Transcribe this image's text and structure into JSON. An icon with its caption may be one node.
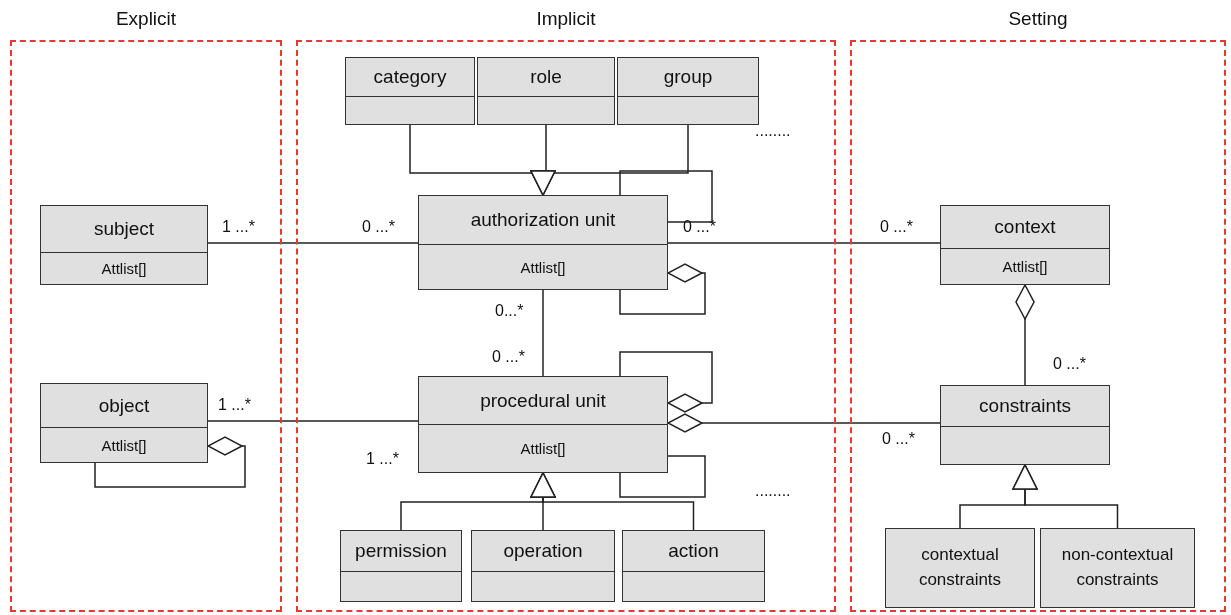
{
  "diagram": {
    "nodes": [
      {
        "text": [
          "Explicit"
        ]
      },
      {
        "text": [
          "Implicit"
        ]
      },
      {
        "text": [
          "Setting"
        ]
      },
      {
        "text": [
          "subject",
          "Attlist[]"
        ],
        "in": 0
      },
      {
        "text": [
          "object",
          "Attlist[]"
        ],
        "in": 0
      },
      {
        "text": [
          "category"
        ],
        "in": 1
      },
      {
        "text": [
          "role"
        ],
        "in": 1
      },
      {
        "text": [
          "group"
        ],
        "in": 1
      },
      {
        "text": [
          "authorization unit",
          "Attlist[]"
        ],
        "in": 1
      },
      {
        "text": [
          "procedural unit",
          "Attlist[]"
        ],
        "in": 1
      },
      {
        "text": [
          "permission"
        ],
        "in": 1
      },
      {
        "text": [
          "operation"
        ],
        "in": 1
      },
      {
        "text": [
          "action"
        ],
        "in": 1
      },
      {
        "text": [
          "context",
          "Attlist[]"
        ],
        "in": 2
      },
      {
        "text": [
          "constraints"
        ],
        "in": 2
      },
      {
        "text": [
          "contextual constraints"
        ],
        "in": 2
      },
      {
        "text": [
          "non-contextual constraints"
        ],
        "in": 2
      }
    ],
    "edges": [
      {
        "from": 5,
        "to": 8,
        "arrow": "to"
      },
      {
        "from": 6,
        "to": 8,
        "arrow": "to"
      },
      {
        "from": 7,
        "to": 8,
        "arrow": "to"
      },
      {
        "from": 8,
        "to": 8,
        "arrow": "none"
      },
      {
        "from": 3,
        "to": 8,
        "arrow": "none"
      },
      {
        "from": 8,
        "to": 13,
        "arrow": "none"
      },
      {
        "from": 8,
        "to": 8,
        "arrow": "other"
      },
      {
        "from": 8,
        "to": 9,
        "arrow": "none"
      },
      {
        "from": 9,
        "to": 9,
        "arrow": "other"
      },
      {
        "from": 14,
        "to": 13,
        "arrow": "other"
      },
      {
        "from": 4,
        "to": 9,
        "arrow": "none"
      },
      {
        "from": 14,
        "to": 9,
        "arrow": "other"
      },
      {
        "from": 4,
        "to": 4,
        "arrow": "other"
      },
      {
        "from": 9,
        "to": 9,
        "arrow": "none"
      },
      {
        "from": 10,
        "to": 9,
        "arrow": "to"
      },
      {
        "from": 11,
        "to": 9,
        "arrow": "to"
      },
      {
        "from": 12,
        "to": 9,
        "arrow": "to"
      },
      {
        "from": 15,
        "to": 14,
        "arrow": "to"
      },
      {
        "from": 16,
        "to": 14,
        "arrow": "to"
      }
    ],
    "labels": [
      "........",
      "1 ...*",
      "0 ...*",
      "0 ...*",
      "0 ...*",
      "0...*",
      "0 ...*",
      "0 ...*",
      "1 ...*",
      "0 ...*",
      "1 ...*",
      "........"
    ]
  }
}
